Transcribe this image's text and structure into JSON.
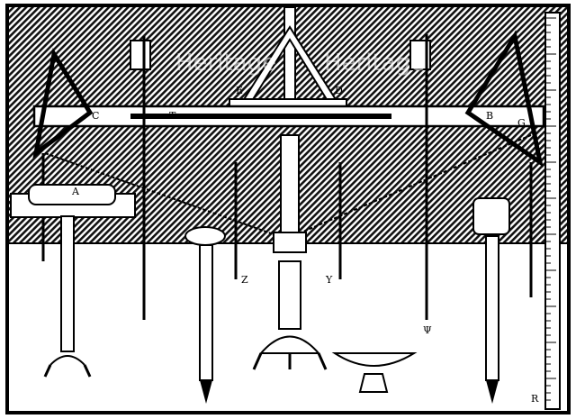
{
  "image": {
    "watermark": "Heritage",
    "labels": {
      "a": "A",
      "b": "B",
      "c": "C",
      "t": "T",
      "e": "E",
      "d": "D",
      "g": "G",
      "z": "Z",
      "y": "Y",
      "psi": "Ψ",
      "r": "R"
    },
    "colors": {
      "ink": "#000000",
      "paper": "#ffffff"
    }
  }
}
